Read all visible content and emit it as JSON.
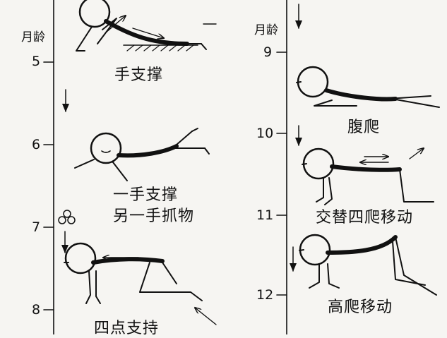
{
  "axis_unit": "月龄",
  "left_ticks": [
    "5",
    "6",
    "7",
    "8"
  ],
  "right_ticks": [
    "9",
    "10",
    "11",
    "12"
  ],
  "stages": [
    {
      "lines": [
        "手支撑"
      ]
    },
    {
      "lines": [
        "一手支撑",
        "另一手抓物"
      ]
    },
    {
      "lines": [
        "四点支持"
      ]
    },
    {
      "lines": [
        "腹爬"
      ]
    },
    {
      "lines": [
        "交替四爬移动"
      ]
    },
    {
      "lines": [
        "高爬移动"
      ]
    }
  ],
  "colors": {
    "ink": "#111111",
    "paper": "#f6f5f2"
  }
}
